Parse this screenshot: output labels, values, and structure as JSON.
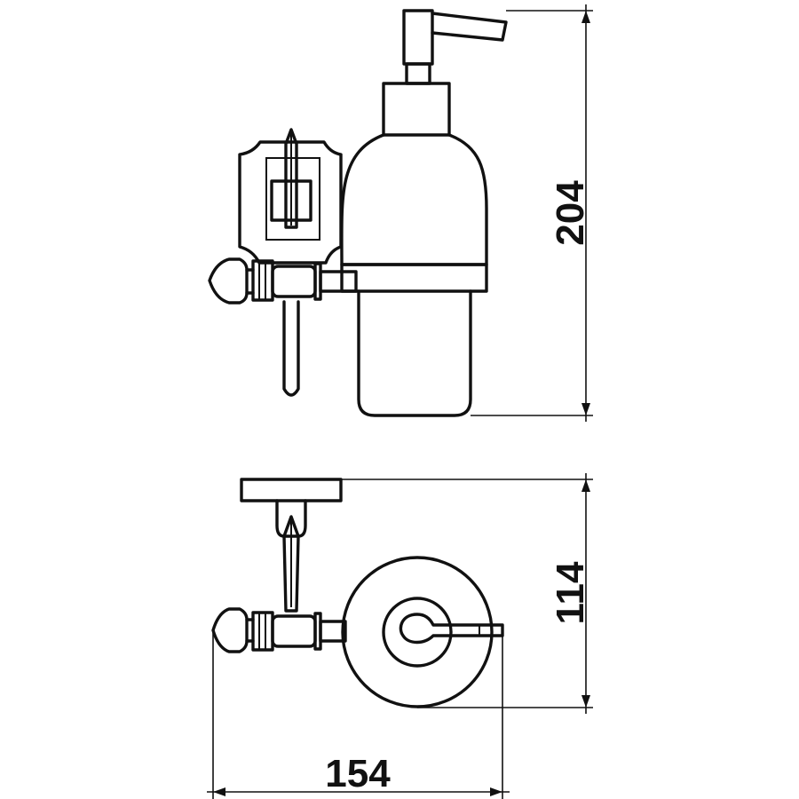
{
  "dimensions": {
    "height_front": "204",
    "depth_top": "114",
    "width_top": "154"
  }
}
